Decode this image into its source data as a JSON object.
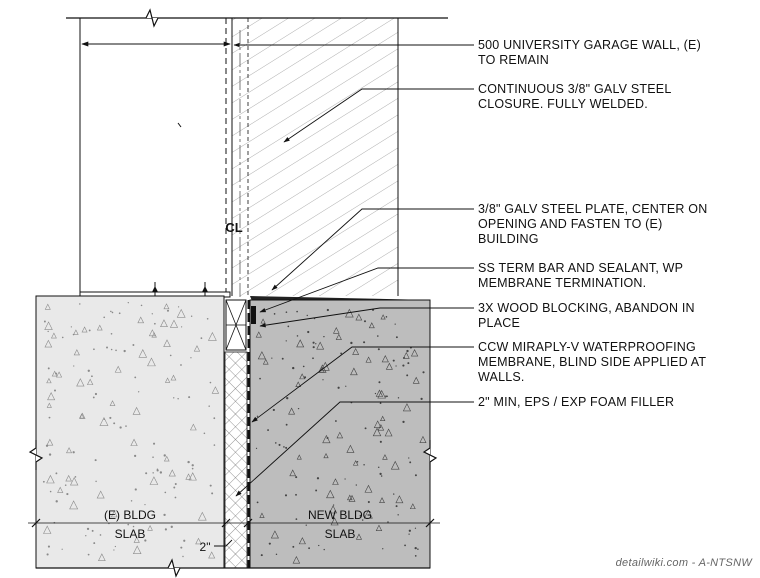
{
  "notes": [
    {
      "lines": [
        "500 UNIVERSITY GARAGE WALL, (E)",
        "TO REMAIN"
      ]
    },
    {
      "lines": [
        "CONTINUOUS 3/8\" GALV STEEL",
        "CLOSURE.  FULLY WELDED."
      ]
    },
    {
      "lines": [
        "3/8\" GALV STEEL PLATE, CENTER ON",
        "OPENING AND FASTEN TO (E)",
        "BUILDING"
      ]
    },
    {
      "lines": [
        "SS TERM BAR AND SEALANT, WP",
        "MEMBRANE TERMINATION."
      ]
    },
    {
      "lines": [
        "3X WOOD BLOCKING, ABANDON IN",
        "PLACE"
      ]
    },
    {
      "lines": [
        "CCW MIRAPLY-V WATERPROOFING",
        "MEMBRANE, BLIND SIDE APPLIED AT",
        "WALLS."
      ]
    },
    {
      "lines": [
        "2\" MIN, EPS / EXP FOAM FILLER"
      ]
    }
  ],
  "labels": {
    "centerline": "CL",
    "existing_slab": [
      "(E) BLDG",
      "SLAB"
    ],
    "new_slab": [
      "NEW BLDG",
      "SLAB"
    ],
    "gap_dimension": "2\""
  },
  "watermark": "detailwiki.com - A-NTSNW"
}
